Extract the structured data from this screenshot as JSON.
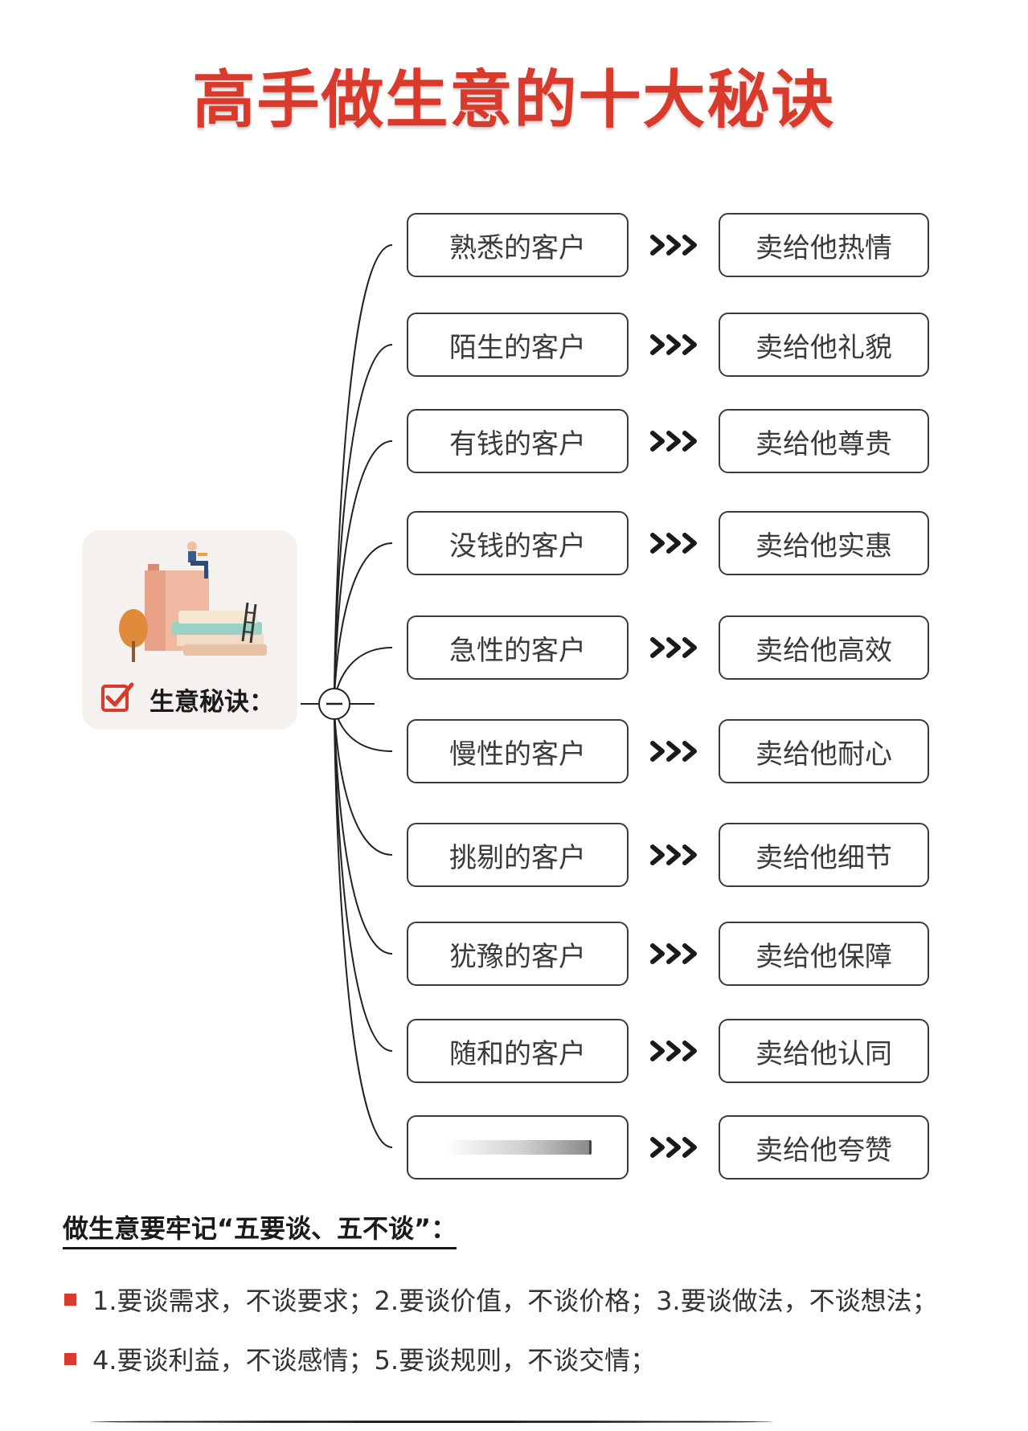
{
  "title": "高手做生意的十大秘诀",
  "colors": {
    "title": "#d93a2b",
    "accent": "#d93a2b",
    "node_border": "#3a3a3a",
    "line": "#222222"
  },
  "root": {
    "label": "生意秘诀：",
    "check_icon": "check-box-icon",
    "illustration_icon": "person-on-books-icon"
  },
  "branches": [
    {
      "customer": "熟悉的客户",
      "approach": "卖给他热情"
    },
    {
      "customer": "陌生的客户",
      "approach": "卖给他礼貌"
    },
    {
      "customer": "有钱的客户",
      "approach": "卖给他尊贵"
    },
    {
      "customer": "没钱的客户",
      "approach": "卖给他实惠"
    },
    {
      "customer": "急性的客户",
      "approach": "卖给他高效"
    },
    {
      "customer": "慢性的客户",
      "approach": "卖给他耐心"
    },
    {
      "customer": "挑剔的客户",
      "approach": "卖给他细节"
    },
    {
      "customer": "犹豫的客户",
      "approach": "卖给他保障"
    },
    {
      "customer": "随和的客户",
      "approach": "卖给他认同"
    },
    {
      "customer": "",
      "approach": "卖给他夸赞"
    }
  ],
  "tips": {
    "heading": "做生意要牢记“五要谈、五不谈”：",
    "items": [
      "1.要谈需求，不谈要求；2.要谈价值，不谈价格；3.要谈做法，不谈想法；",
      "4.要谈利益，不谈感情；5.要谈规则，不谈交情；"
    ]
  }
}
